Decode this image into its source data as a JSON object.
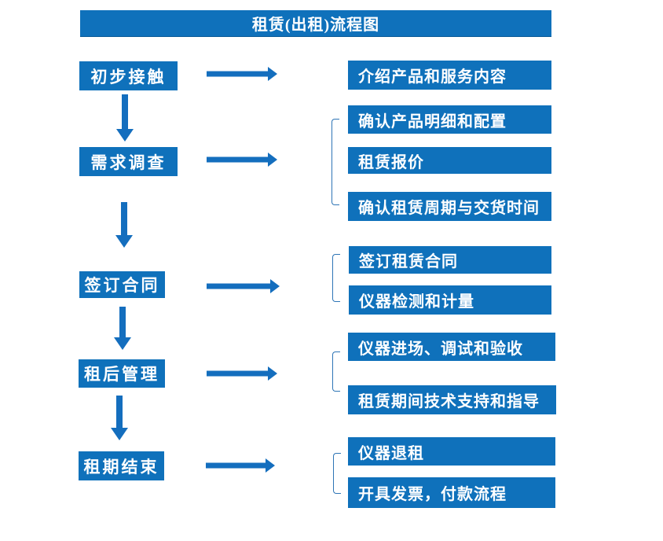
{
  "title": "租赁(出租)流程图",
  "colors": {
    "box_blue": "#0F71BB",
    "arrow_blue": "#146EBE",
    "bracket_blue": "#2E75B6",
    "text_white": "#FFFFFF",
    "background": "#FFFFFF"
  },
  "icons": {
    "arrow_right": "solid blue right arrow →",
    "arrow_down": "solid blue down arrow ↓",
    "bracket_left": "thin blue square bracket grouping detail boxes"
  },
  "flow": {
    "steps": [
      {
        "label": "初步接触",
        "details": [
          "介绍产品和服务内容"
        ]
      },
      {
        "label": "需求调查",
        "details": [
          "确认产品明细和配置",
          "租赁报价",
          "确认租赁周期与交货时间"
        ]
      },
      {
        "label": "签订合同",
        "details": [
          "签订租赁合同",
          "仪器检测和计量"
        ]
      },
      {
        "label": "租后管理",
        "details": [
          "仪器进场、调试和验收",
          "租赁期间技术支持和指导"
        ]
      },
      {
        "label": "租期结束",
        "details": [
          "仪器退租",
          "开具发票，付款流程"
        ]
      }
    ]
  }
}
